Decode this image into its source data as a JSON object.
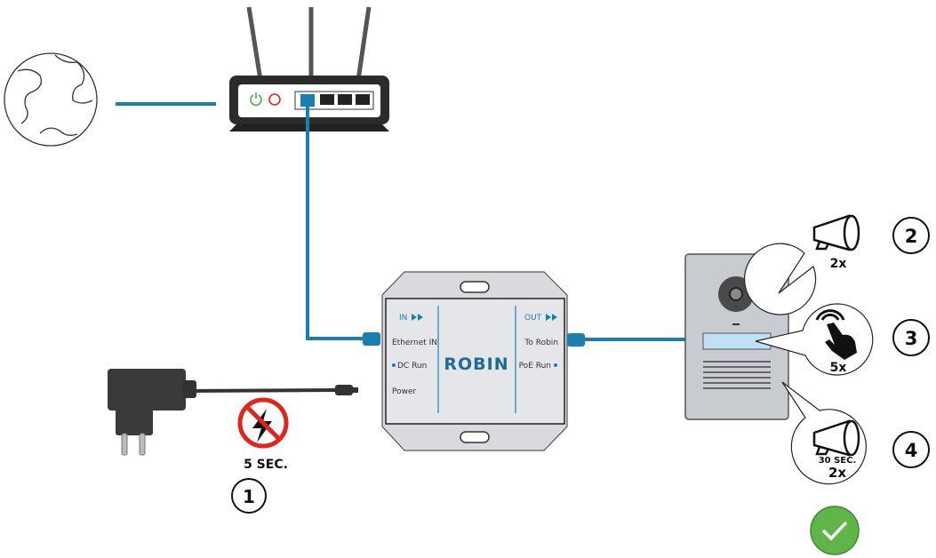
{
  "colors": {
    "cable": "#1a7fb0",
    "box": "#d8dade",
    "dark": "#2b2b2b",
    "warning": "#e0261c",
    "success": "#5fb548",
    "button_light": "#bfe0f5"
  },
  "poe_box": {
    "brand": "ROBIN",
    "in_label": "IN",
    "out_label": "OUT",
    "ethernet_in": "Ethernet IN",
    "dc_run": "DC Run",
    "power": "Power",
    "to_robin": "To Robin",
    "poe_run": "PoE Run"
  },
  "step1": {
    "number": "1",
    "duration": "5 SEC.",
    "icon": "no-power-icon"
  },
  "step2": {
    "number": "2",
    "count": "2x",
    "icon": "megaphone-icon"
  },
  "step3": {
    "number": "3",
    "count": "5x",
    "icon": "tap-hand-icon"
  },
  "step4": {
    "number": "4",
    "duration": "30 SEC.",
    "count": "2x",
    "icon": "megaphone-icon"
  },
  "result": {
    "icon": "check-icon"
  }
}
